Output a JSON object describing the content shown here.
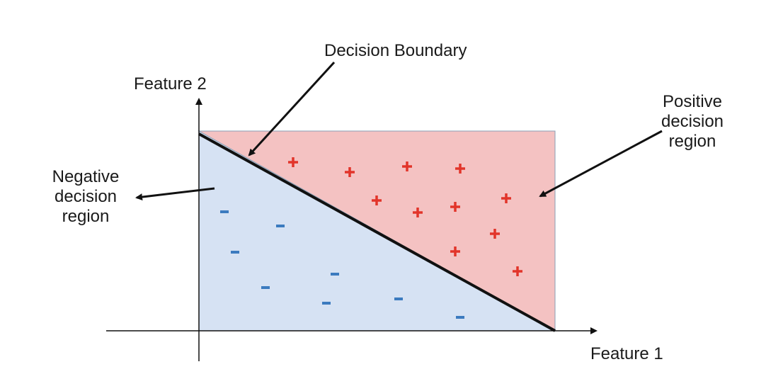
{
  "labels": {
    "decision_boundary": "Decision Boundary",
    "feature_2": "Feature 2",
    "feature_1": "Feature 1",
    "positive_region": [
      "Positive",
      "decision",
      "region"
    ],
    "negative_region": [
      "Negative",
      "decision",
      "region"
    ]
  },
  "symbols": {
    "positive": "+",
    "negative": "-"
  },
  "colors": {
    "positive_region_fill": "#f4c2c2",
    "negative_region_fill": "#d6e2f3",
    "positive_marker": "#e2342a",
    "negative_marker": "#3c7bbf",
    "boundary_line": "#111111",
    "axis": "#111111"
  }
}
